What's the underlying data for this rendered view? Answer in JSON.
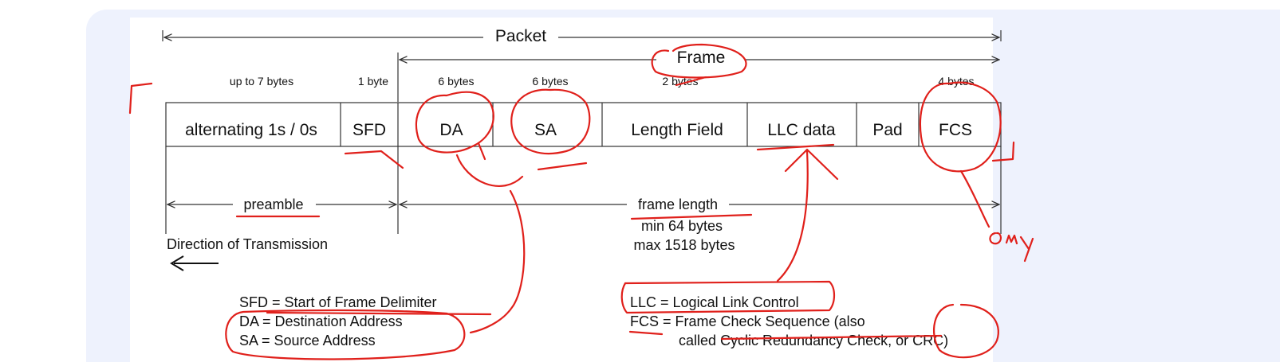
{
  "diagram": {
    "packet_label": "Packet",
    "frame_label": "Frame",
    "byte_counts": {
      "preamble": "up to 7 bytes",
      "sfd": "1 byte",
      "da": "6 bytes",
      "sa": "6 bytes",
      "length": "2 bytes",
      "fcs": "4 bytes"
    },
    "fields": {
      "preamble": "alternating 1s / 0s",
      "sfd": "SFD",
      "da": "DA",
      "sa": "SA",
      "length": "Length Field",
      "llc": "LLC data",
      "pad": "Pad",
      "fcs": "FCS"
    },
    "preamble_label": "preamble",
    "frame_length_label": "frame length",
    "frame_min": "min  64 bytes",
    "frame_max": "max  1518 bytes",
    "direction_label": "Direction of Transmission",
    "legend_left": [
      "SFD = Start of Frame Delimiter",
      "DA = Destination Address",
      "SA = Source Address"
    ],
    "legend_right": [
      "LLC = Logical Link Control",
      "FCS = Frame Check Sequence (also",
      "called Cyclic Redundancy Check, or CRC)"
    ]
  },
  "colors": {
    "annotation_ink": "#e0201b",
    "backdrop": "#eef2fd",
    "line": "#333333"
  }
}
